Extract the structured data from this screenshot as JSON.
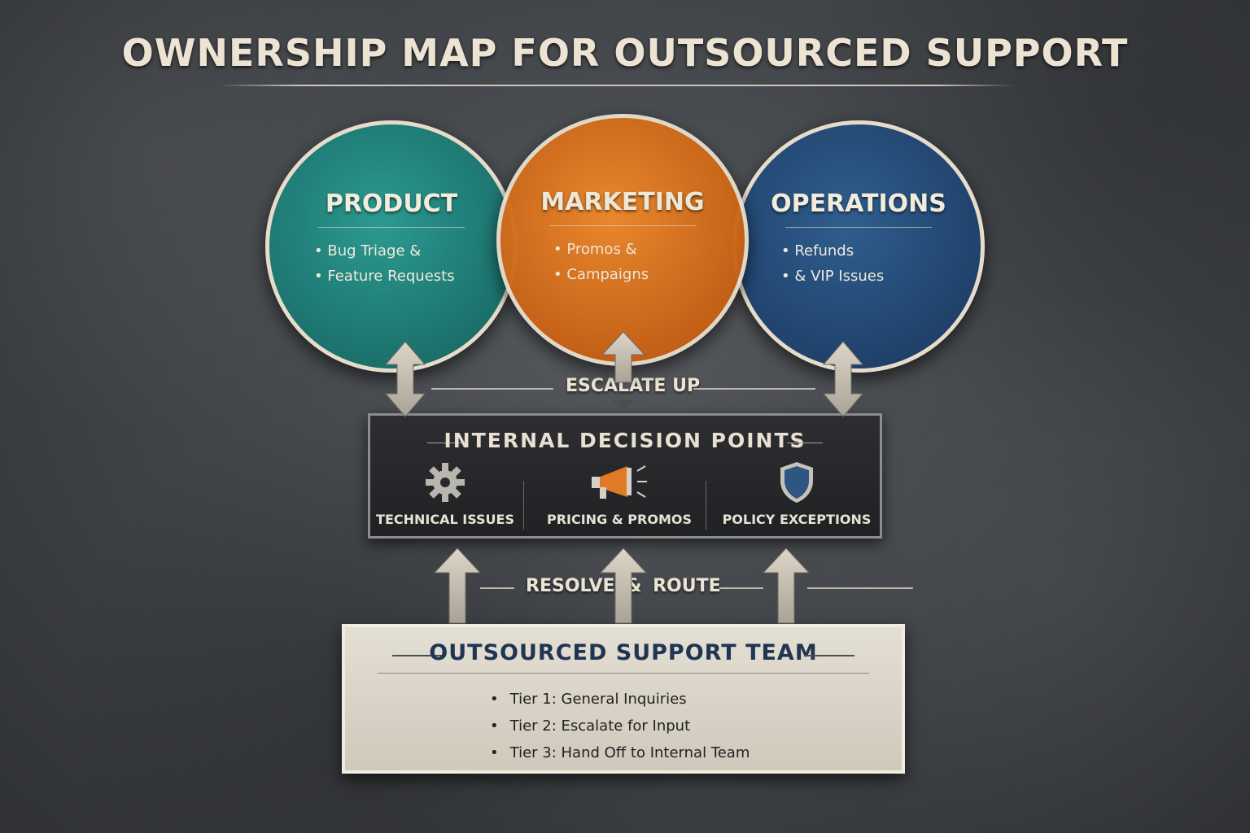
{
  "title": "OWNERSHIP MAP FOR OUTSOURCED SUPPORT",
  "circles": [
    {
      "name": "PRODUCT",
      "items": [
        "Bug Triage &",
        "Feature Requests"
      ],
      "color": "#1b6e6a"
    },
    {
      "name": "MARKETING",
      "items": [
        "Promos &",
        "Campaigns"
      ],
      "color": "#c55f15"
    },
    {
      "name": "OPERATIONS",
      "items": [
        "Refunds",
        "& VIP Issues"
      ],
      "color": "#1f4068"
    }
  ],
  "escalate_label": "ESCALATE UP",
  "decision_points": {
    "title": "INTERNAL DECISION POINTS",
    "items": [
      {
        "label": "TECHNICAL ISSUES",
        "icon": "gear-icon"
      },
      {
        "label": "PRICING & PROMOS",
        "icon": "megaphone-icon"
      },
      {
        "label": "POLICY EXCEPTIONS",
        "icon": "shield-icon"
      }
    ]
  },
  "route_label": "RESOLVE & ROUTE",
  "team": {
    "title": "OUTSOURCED SUPPORT TEAM",
    "items": [
      "Tier 1: General Inquiries",
      "Tier 2: Escalate for Input",
      "Tier 3: Hand Off to Internal Team"
    ]
  }
}
